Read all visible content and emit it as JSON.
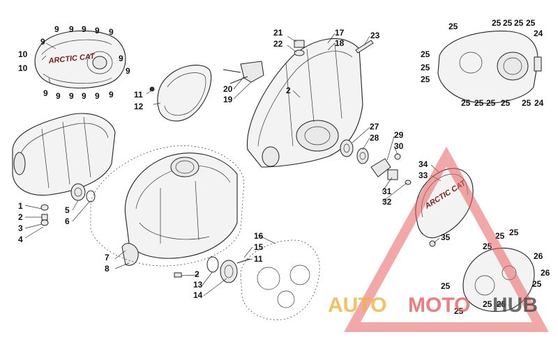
{
  "watermark": {
    "part_auto": "AUTO",
    "part_moto": "MOTO",
    "part_hub": "HUB",
    "colors": {
      "auto": "#f0b43c",
      "moto": "#e8605f",
      "hub": "#4a4a4a"
    }
  },
  "badges": {
    "clutch_cover_logo": "ARCTIC CAT",
    "magneto_cover_logo": "ARCTIC CAT"
  },
  "callouts": {
    "c1": "1",
    "c2a": "2",
    "c3": "3",
    "c4": "4",
    "c5": "5",
    "c6": "6",
    "c7": "7",
    "c8": "8",
    "c9a": "9",
    "c9b": "9",
    "c9c": "9",
    "c9d": "9",
    "c9e": "9",
    "c9f": "9",
    "c9g": "9",
    "c9h": "9",
    "c9i": "9",
    "c9j": "9",
    "c9k": "9",
    "c9l": "9",
    "c9m": "9",
    "c9n": "9",
    "c10a": "10",
    "c10b": "10",
    "c11a": "11",
    "c12": "12",
    "c2b": "2",
    "c13": "13",
    "c14": "14",
    "c11b": "11",
    "c15": "15",
    "c16": "16",
    "c21": "21",
    "c22": "22",
    "c17": "17",
    "c18": "18",
    "c23": "23",
    "c20": "20",
    "c19": "19",
    "c2c": "2",
    "c27": "27",
    "c28": "28",
    "c29": "29",
    "c30": "30",
    "c31": "31",
    "c32": "32",
    "c34": "34",
    "c33": "33",
    "c35": "35",
    "c24a": "24",
    "c24b": "24",
    "c25a": "25",
    "c25b": "25",
    "c25c": "25",
    "c25d": "25",
    "c25e": "25",
    "c25f": "25",
    "c25g": "25",
    "c25h": "25",
    "c25i": "25",
    "c25j": "25",
    "c25k": "25",
    "c25l": "25",
    "c25m": "25",
    "c25n": "25",
    "c25o": "25",
    "c25p": "25",
    "c25q": "25",
    "c25r": "25",
    "c25s": "25",
    "c25t": "25",
    "c25u": "25",
    "c26a": "26",
    "c26b": "26"
  }
}
